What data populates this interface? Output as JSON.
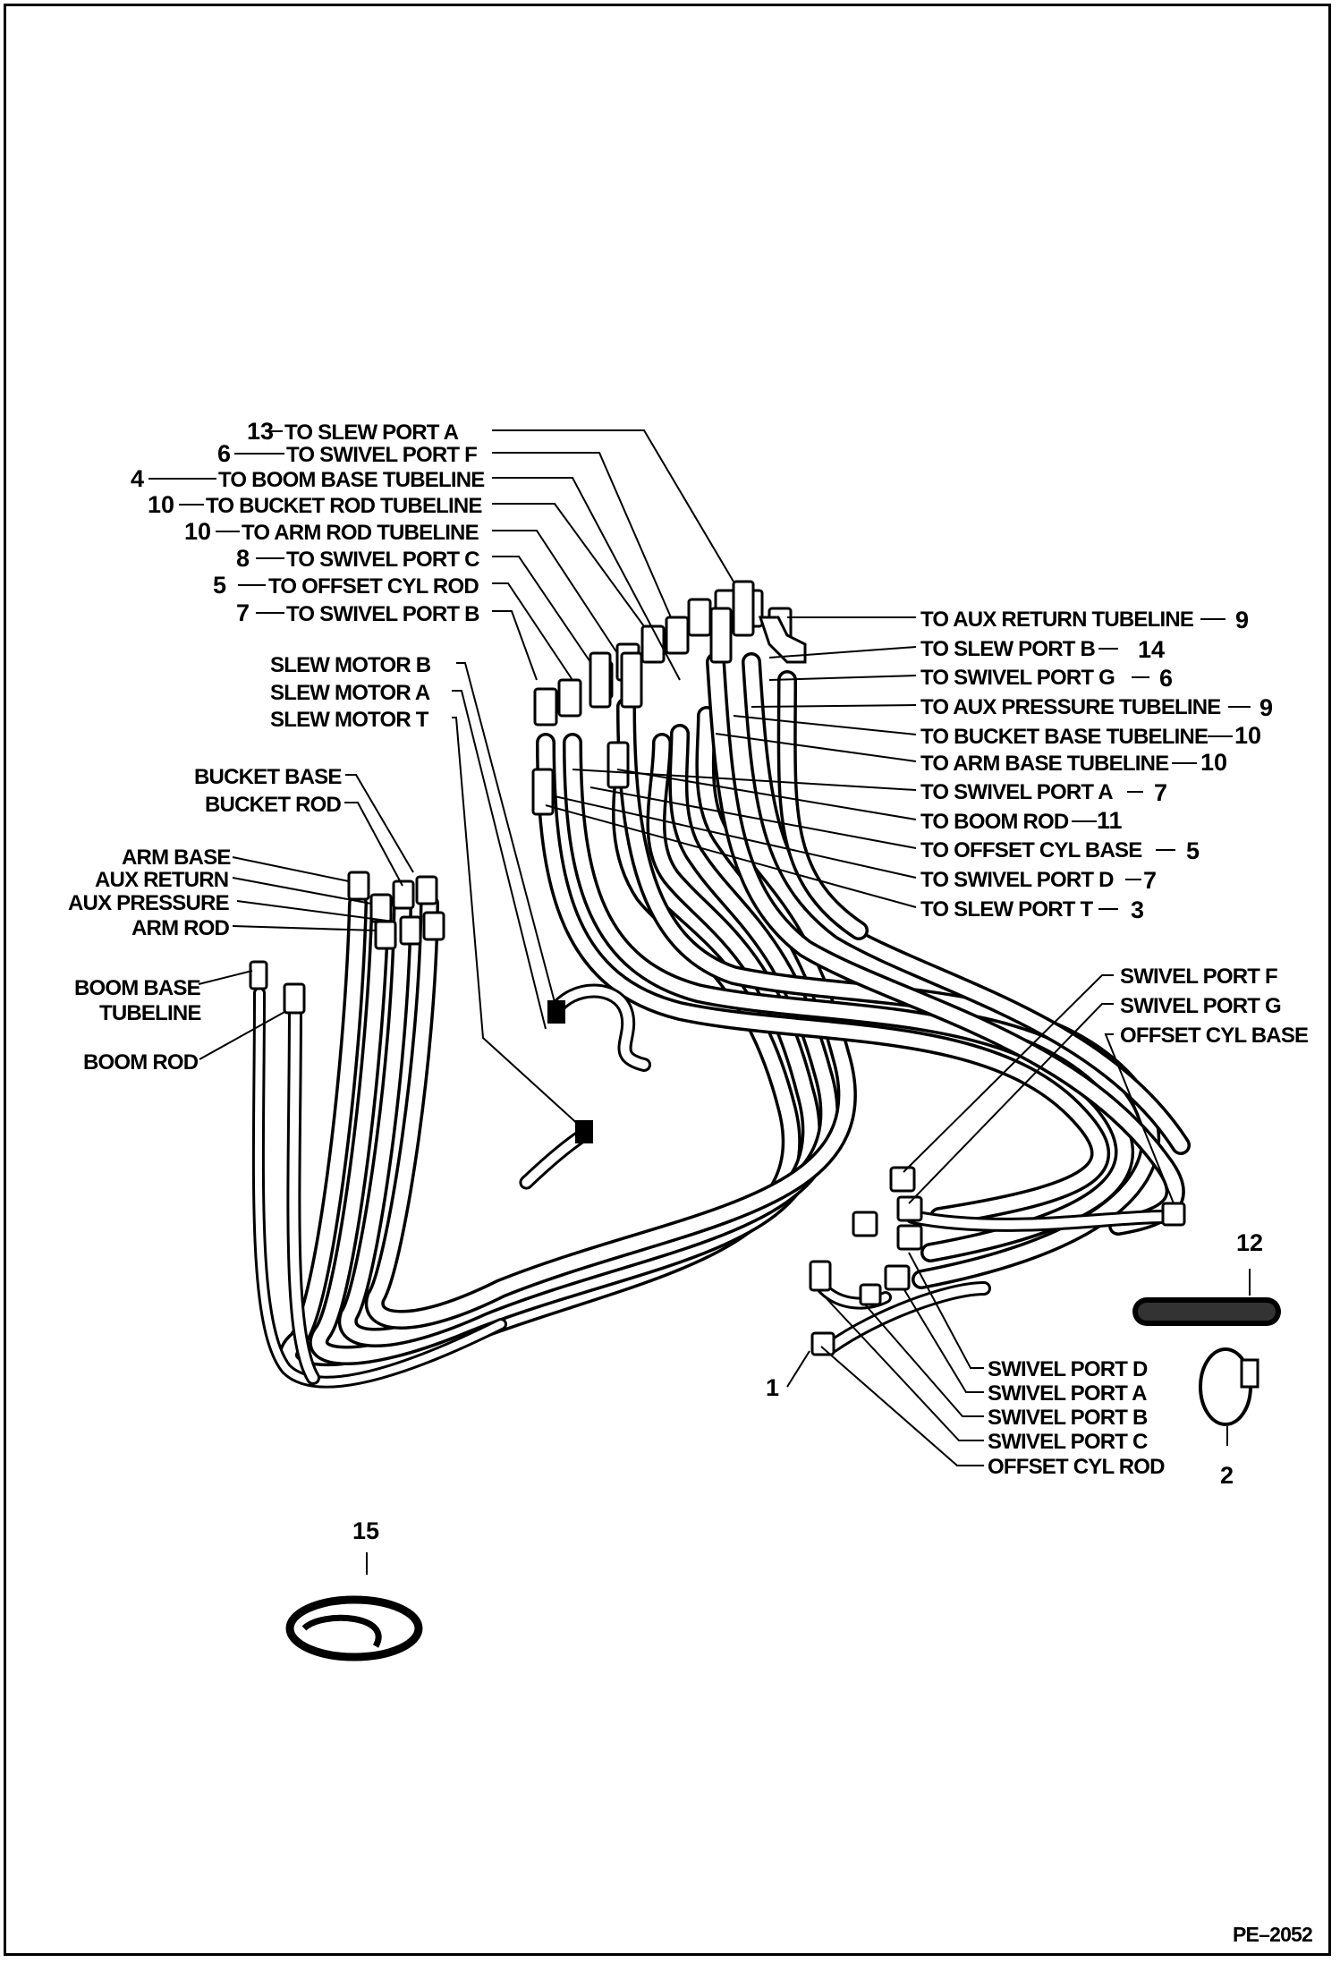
{
  "figure_id": "PE–2052",
  "left_labels": [
    {
      "num": "13",
      "text": "TO SLEW PORT A"
    },
    {
      "num": "6",
      "text": "TO SWIVEL PORT F"
    },
    {
      "num": "4",
      "text": "TO BOOM BASE TUBELINE"
    },
    {
      "num": "10",
      "text": "TO BUCKET ROD TUBELINE"
    },
    {
      "num": "10",
      "text": "TO ARM ROD TUBELINE"
    },
    {
      "num": "8",
      "text": "TO SWIVEL PORT C"
    },
    {
      "num": "5",
      "text": "TO OFFSET CYL ROD"
    },
    {
      "num": "7",
      "text": "TO SWIVEL PORT B"
    }
  ],
  "slew_labels": [
    "SLEW MOTOR B",
    "SLEW MOTOR A",
    "SLEW MOTOR T"
  ],
  "bucket_labels": [
    "BUCKET BASE",
    "BUCKET ROD"
  ],
  "arm_labels": [
    "ARM BASE",
    "AUX RETURN",
    "AUX PRESSURE",
    "ARM ROD"
  ],
  "boom_base_lines": [
    "BOOM BASE",
    "TUBELINE"
  ],
  "boom_rod": "BOOM ROD",
  "right_labels": [
    {
      "text": "TO AUX RETURN TUBELINE",
      "num": "9"
    },
    {
      "text": "TO SLEW PORT B",
      "num": "14"
    },
    {
      "text": "TO SWIVEL PORT G",
      "num": "6"
    },
    {
      "text": "TO AUX PRESSURE TUBELINE",
      "num": "9"
    },
    {
      "text": "TO BUCKET BASE TUBELINE",
      "num": "10"
    },
    {
      "text": "TO ARM BASE TUBELINE",
      "num": "10"
    },
    {
      "text": "TO SWIVEL PORT A",
      "num": "7"
    },
    {
      "text": "TO BOOM ROD",
      "num": "11"
    },
    {
      "text": "TO OFFSET CYL BASE",
      "num": "5"
    },
    {
      "text": "TO SWIVEL PORT D",
      "num": "7"
    },
    {
      "text": "TO SLEW PORT T",
      "num": "3"
    }
  ],
  "swivel_top_labels": [
    "SWIVEL PORT F",
    "SWIVEL PORT G",
    "OFFSET CYL BASE"
  ],
  "swivel_bottom_labels": [
    "SWIVEL PORT D",
    "SWIVEL PORT A",
    "SWIVEL PORT B",
    "SWIVEL PORT C",
    "OFFSET CYL ROD"
  ],
  "callouts": {
    "item1": "1",
    "item2": "2",
    "item12": "12",
    "item15": "15"
  }
}
